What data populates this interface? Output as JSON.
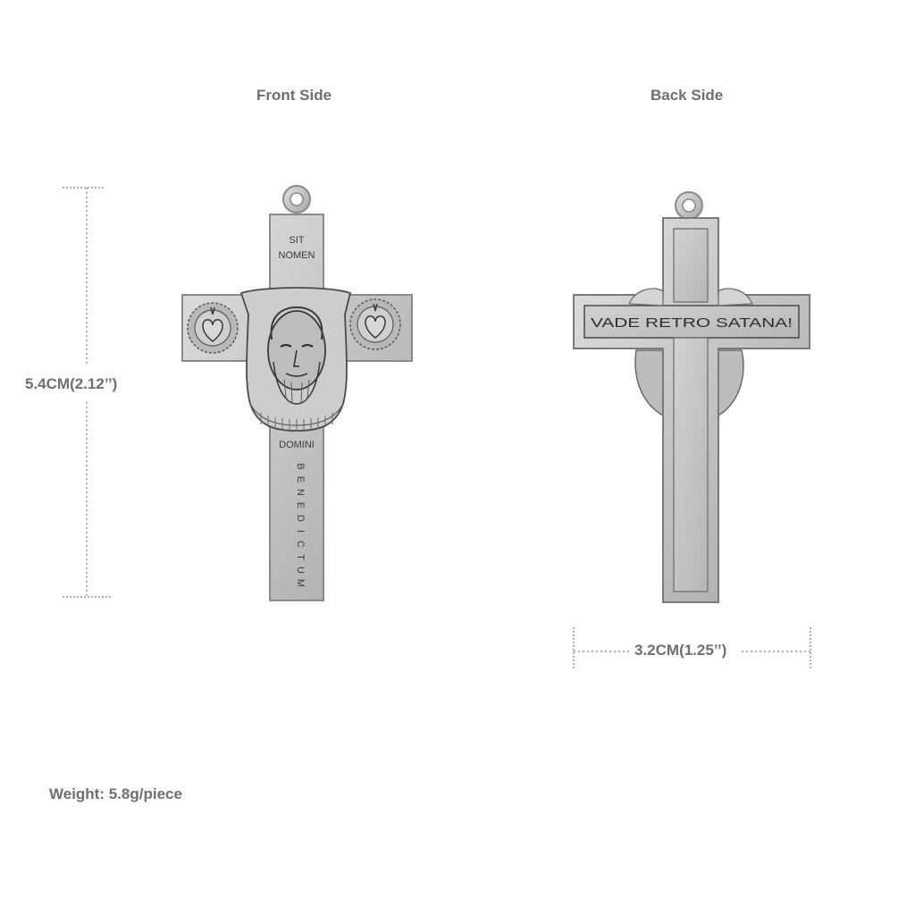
{
  "labels": {
    "front": "Front Side",
    "back": "Back Side",
    "height": "5.4CM(2.12’’)",
    "width": "3.2CM(1.25’’)",
    "weight": "Weight: 5.8g/piece"
  },
  "front_inscriptions": {
    "sit": "SIT",
    "nomen": "NOMEN",
    "domini": "DOMINI",
    "benedictum": [
      "B",
      "E",
      "N",
      "E",
      "D",
      "I",
      "C",
      "T",
      "U",
      "M"
    ]
  },
  "back_inscription": "VADE RETRO SATANA!",
  "colors": {
    "label": "#6f6f6f",
    "silver": "#c9c9c9",
    "silver_dark": "#8a8a8a",
    "engraving": "#3a3a3a",
    "dim_line": "#b0b0b0"
  }
}
